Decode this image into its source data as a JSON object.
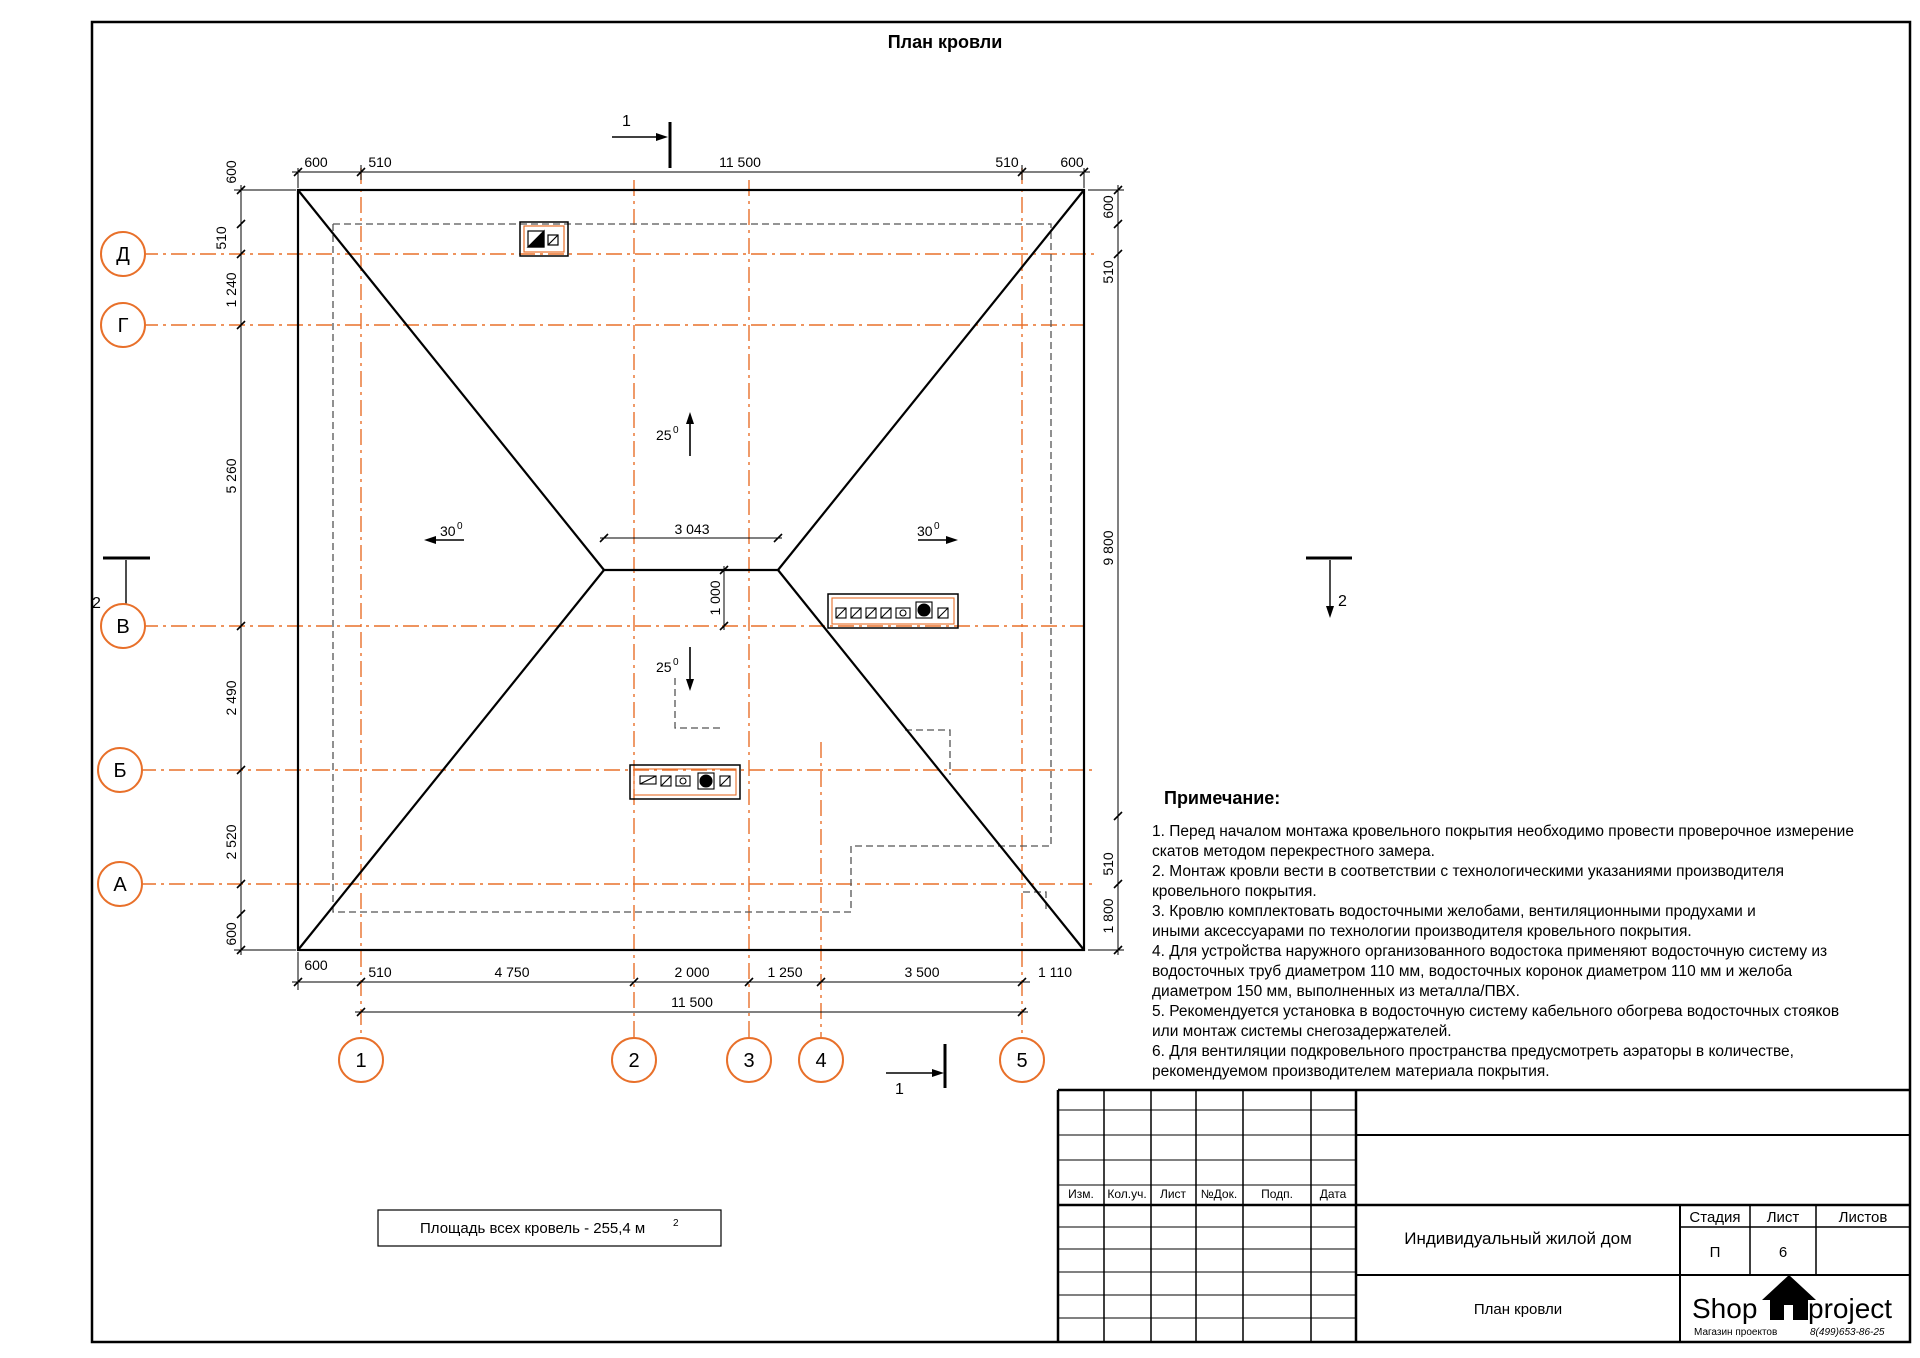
{
  "title": "План кровли",
  "axes": {
    "rows": [
      "Д",
      "Г",
      "В",
      "Б",
      "А"
    ],
    "cols": [
      "1",
      "2",
      "3",
      "4",
      "5"
    ]
  },
  "dims": {
    "top": [
      "600",
      "510",
      "11 500",
      "510",
      "600"
    ],
    "bottom": [
      "600",
      "510",
      "4 750",
      "2 000",
      "1 250",
      "3 500",
      "1 110"
    ],
    "bottom_total": "11 500",
    "left": [
      "600",
      "510",
      "1 240",
      "5 260",
      "2 490",
      "2 520",
      "600"
    ],
    "right": [
      "600",
      "510",
      "9 800",
      "510",
      "1 800"
    ],
    "ridge": "3 043",
    "ridge_offset": "1 000"
  },
  "slopes": {
    "north": "25",
    "south": "25",
    "west": "30",
    "east": "30",
    "degree_mark": "0"
  },
  "sections": {
    "s1": "1",
    "s2": "2"
  },
  "area_box": {
    "text": "Площадь всех кровель - 255,4 м",
    "sup": "2"
  },
  "notes": {
    "title": "Примечание:",
    "lines": [
      "1. Перед началом монтажа кровельного покрытия необходимо провести проверочное измерение",
      "скатов методом перекрестного замера.",
      "2. Монтаж кровли вести в соответствии с технологическими указаниями производителя",
      "кровельного покрытия.",
      "3. Кровлю комплектовать водосточными желобами, вентиляционными продухами и",
      "иными аксессуарами по технологии производителя кровельного покрытия.",
      "4. Для устройства наружного организованного водостока применяют водосточную систему из",
      "водосточных труб диаметром 110 мм, водосточных коронок диаметром 110 мм и желоба",
      "диаметром 150 мм, выполненных из металла/ПВХ.",
      "5. Рекомендуется установка в водосточную систему кабельного обогрева водосточных стояков",
      "или монтаж системы снегозадержателей.",
      "6. Для вентиляции подкровельного пространства предусмотреть аэраторы в количестве,",
      "рекомендуемом производителем материала покрытия."
    ]
  },
  "stamp": {
    "cols": [
      "Изм.",
      "Кол.уч.",
      "Лист",
      "№Док.",
      "Подп.",
      "Дата"
    ],
    "project": "Индивидуальный жилой дом",
    "sheet_title": "План кровли",
    "stage_label": "Стадия",
    "sheet_label": "Лист",
    "sheets_label": "Листов",
    "stage": "П",
    "sheet": "6",
    "sheets": ""
  },
  "logo": {
    "shop": "Shop",
    "project": "project",
    "tagline": "Магазин проектов",
    "phone": "8(499)653-86-25"
  },
  "colors": {
    "axis": "#e8702a",
    "line": "#000000"
  }
}
